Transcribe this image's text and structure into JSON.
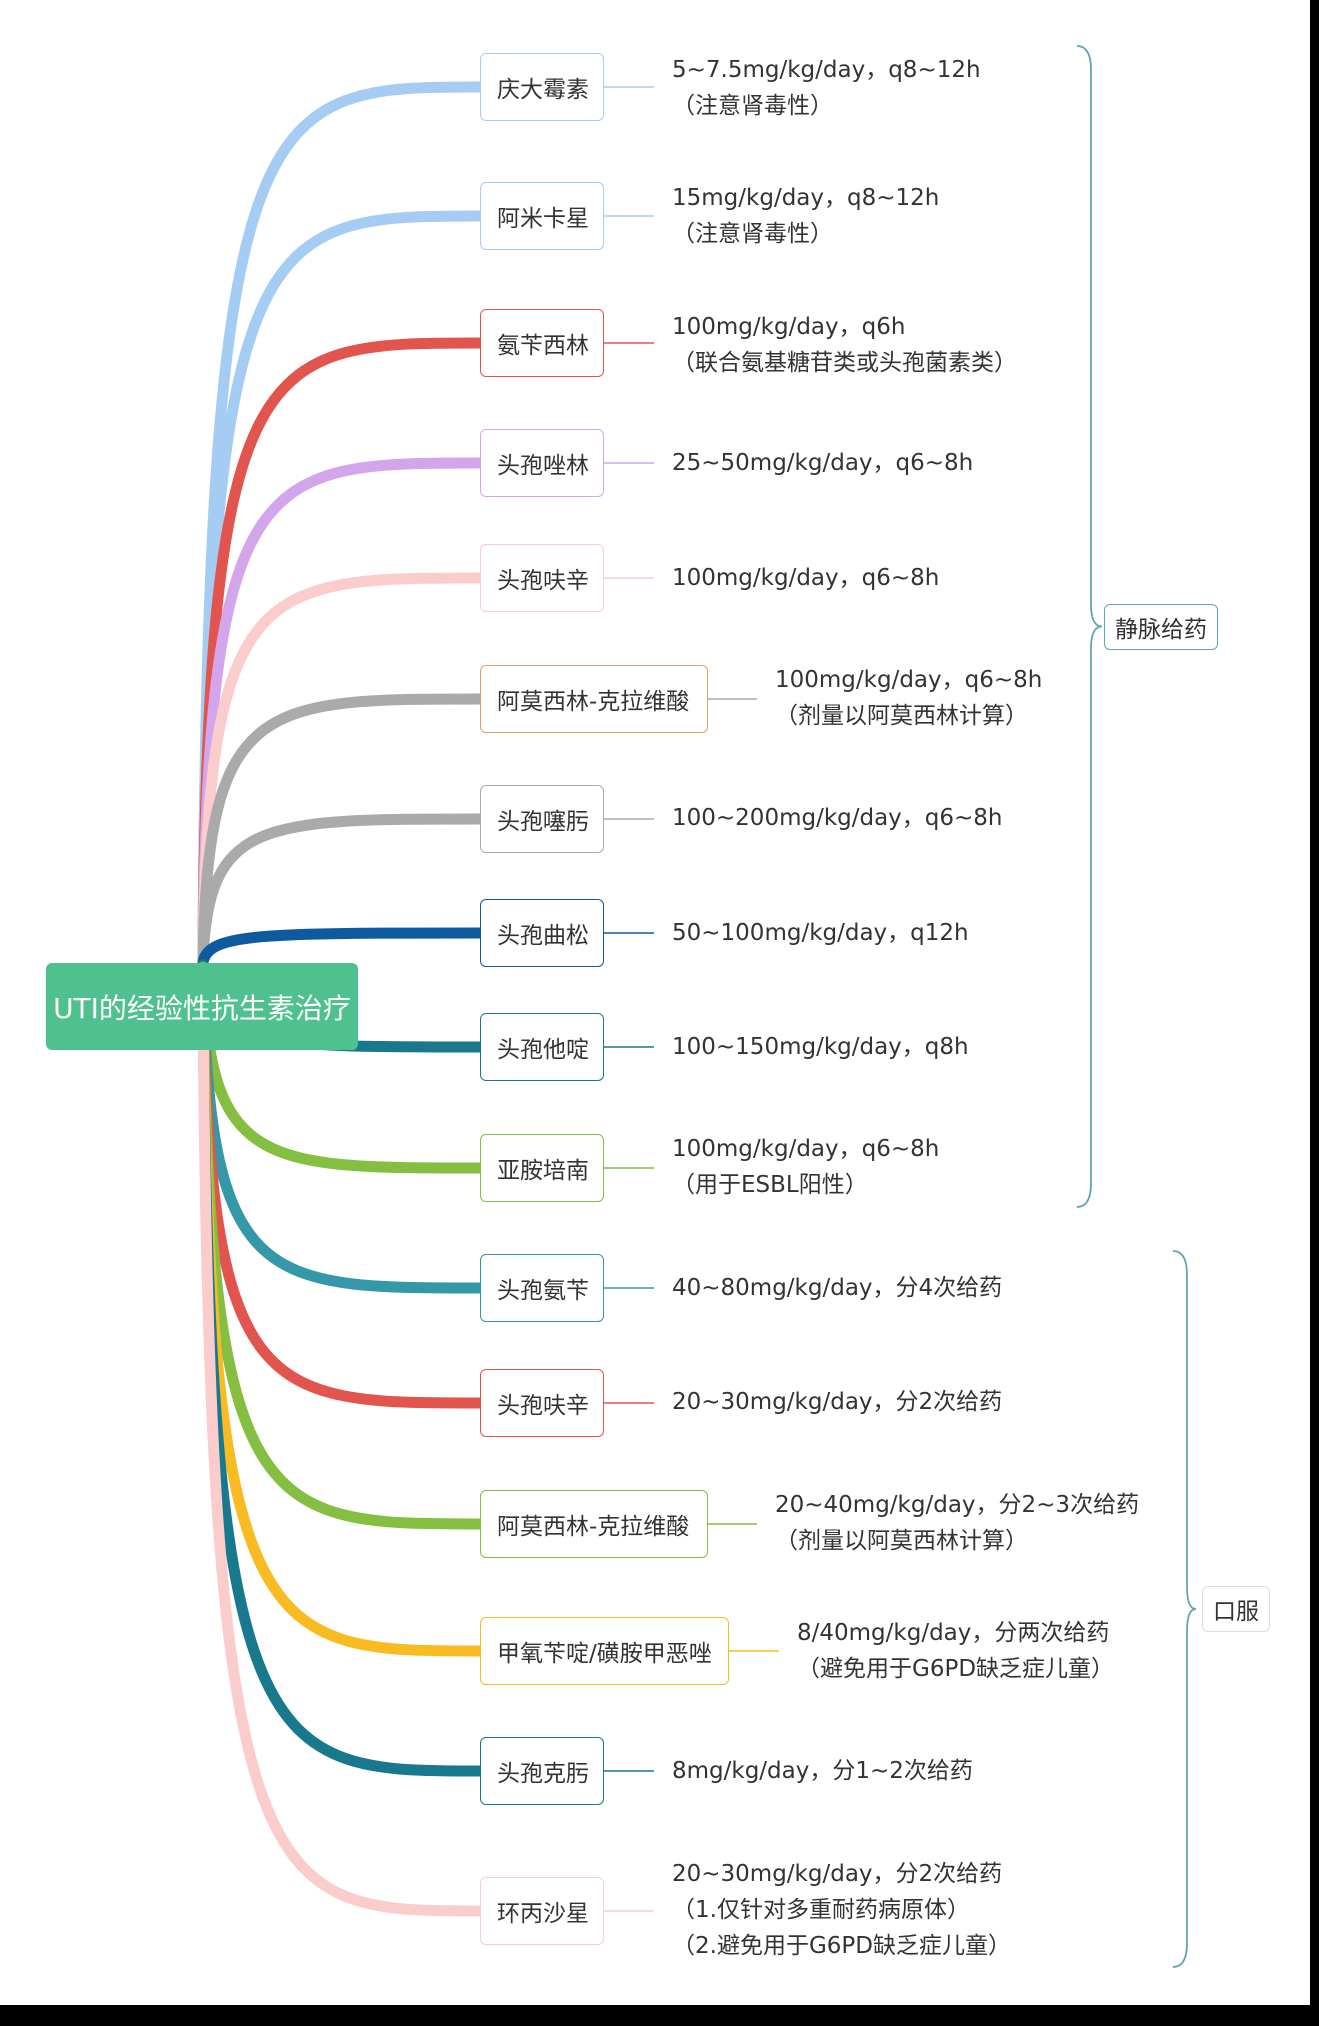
{
  "root": {
    "label": "UTI的经验性抗生素治疗"
  },
  "groups": [
    {
      "label": "静脉给药",
      "color": "#5fa6b2"
    },
    {
      "label": "口服",
      "color": "#5fa6b2"
    }
  ],
  "drugs": [
    {
      "name": "庆大霉素",
      "color": "#a5cdf4",
      "lines": [
        "5~7.5mg/kg/day，q8~12h",
        "（注意肾毒性）"
      ]
    },
    {
      "name": "阿米卡星",
      "color": "#a5cdf4",
      "lines": [
        "15mg/kg/day，q8~12h",
        "（注意肾毒性）"
      ]
    },
    {
      "name": "氨苄西林",
      "color": "#e2554e",
      "lines": [
        "100mg/kg/day，q6h",
        "（联合氨基糖苷类或头孢菌素类）"
      ]
    },
    {
      "name": "头孢唑林",
      "color": "#d3a6ec",
      "lines": [
        "25~50mg/kg/day，q6~8h"
      ]
    },
    {
      "name": "头孢呋辛",
      "color": "#fbcccc",
      "lines": [
        "100mg/kg/day，q6~8h"
      ]
    },
    {
      "name": "阿莫西林-克拉维酸",
      "color": "#aaaaaa",
      "border": "#e0a060",
      "lines": [
        "100mg/kg/day，q6~8h",
        "（剂量以阿莫西林计算）"
      ]
    },
    {
      "name": "头孢噻肟",
      "color": "#aaaaaa",
      "lines": [
        "100~200mg/kg/day，q6~8h"
      ]
    },
    {
      "name": "头孢曲松",
      "color": "#0e5a9e",
      "lines": [
        "50~100mg/kg/day，q12h"
      ]
    },
    {
      "name": "头孢他啶",
      "color": "#18788e",
      "lines": [
        "100~150mg/kg/day，q8h"
      ]
    },
    {
      "name": "亚胺培南",
      "color": "#84bf41",
      "lines": [
        "100mg/kg/day，q6~8h",
        "（用于ESBL阳性）"
      ]
    },
    {
      "name": "头孢氨苄",
      "color": "#3498a8",
      "lines": [
        "40~80mg/kg/day，分4次给药"
      ]
    },
    {
      "name": "头孢呋辛",
      "color": "#e2554e",
      "lines": [
        "20~30mg/kg/day，分2次给药"
      ]
    },
    {
      "name": "阿莫西林-克拉维酸",
      "color": "#84bf41",
      "lines": [
        "20~40mg/kg/day，分2~3次给药",
        "（剂量以阿莫西林计算）"
      ]
    },
    {
      "name": "甲氧苄啶/磺胺甲恶唑",
      "color": "#f9bb22",
      "lines": [
        "8/40mg/kg/day，分两次给药",
        "（避免用于G6PD缺乏症儿童）"
      ]
    },
    {
      "name": "头孢克肟",
      "color": "#18788e",
      "lines": [
        "8mg/kg/day，分1~2次给药"
      ]
    },
    {
      "name": "环丙沙星",
      "color": "#fbcccc",
      "lines": [
        "20~30mg/kg/day，分2次给药",
        "（1.仅针对多重耐药病原体）",
        "（2.避免用于G6PD缺乏症儿童）"
      ]
    }
  ]
}
